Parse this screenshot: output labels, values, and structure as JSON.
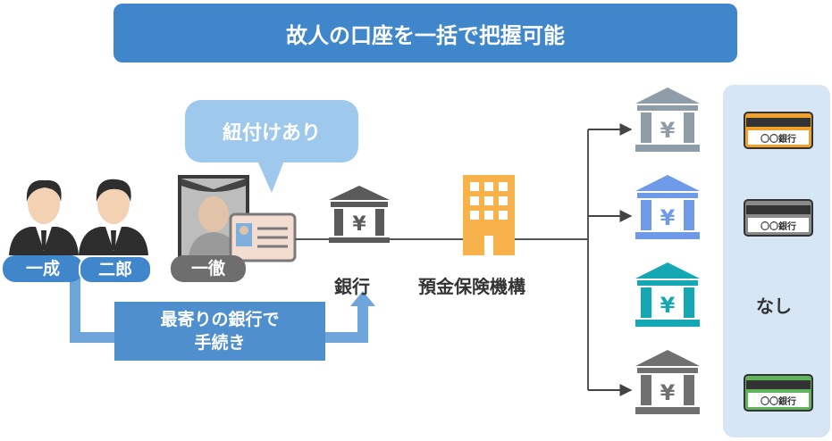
{
  "title": "故人の口座を一括で把握可能",
  "bubble": "紐付けあり",
  "persons": {
    "heir1": "一成",
    "heir2": "二郎",
    "deceased": "一徹"
  },
  "bank_label": "銀行",
  "dic_label": "預金保険機構",
  "procedure": {
    "line1": "最寄りの銀行で",
    "line2": "手続き"
  },
  "yen_symbol": "¥",
  "banks": [
    {
      "color": "#8e9da7",
      "card": "orange"
    },
    {
      "color": "#6f9ae8",
      "card": "gray"
    },
    {
      "color": "#14a8b4",
      "card": "none"
    },
    {
      "color": "#707070",
      "card": "green"
    }
  ],
  "cards": {
    "card_label": "〇〇銀行",
    "none_label": "なし"
  },
  "colors": {
    "title_bg": "#3f86cb",
    "bubble_bg": "#9ec9ec",
    "panel_bg": "#d6e6f5",
    "building": "#f7b24c",
    "card_orange": "#f0a12c",
    "card_gray": "#8a8a8a",
    "card_green": "#5fb35a"
  }
}
